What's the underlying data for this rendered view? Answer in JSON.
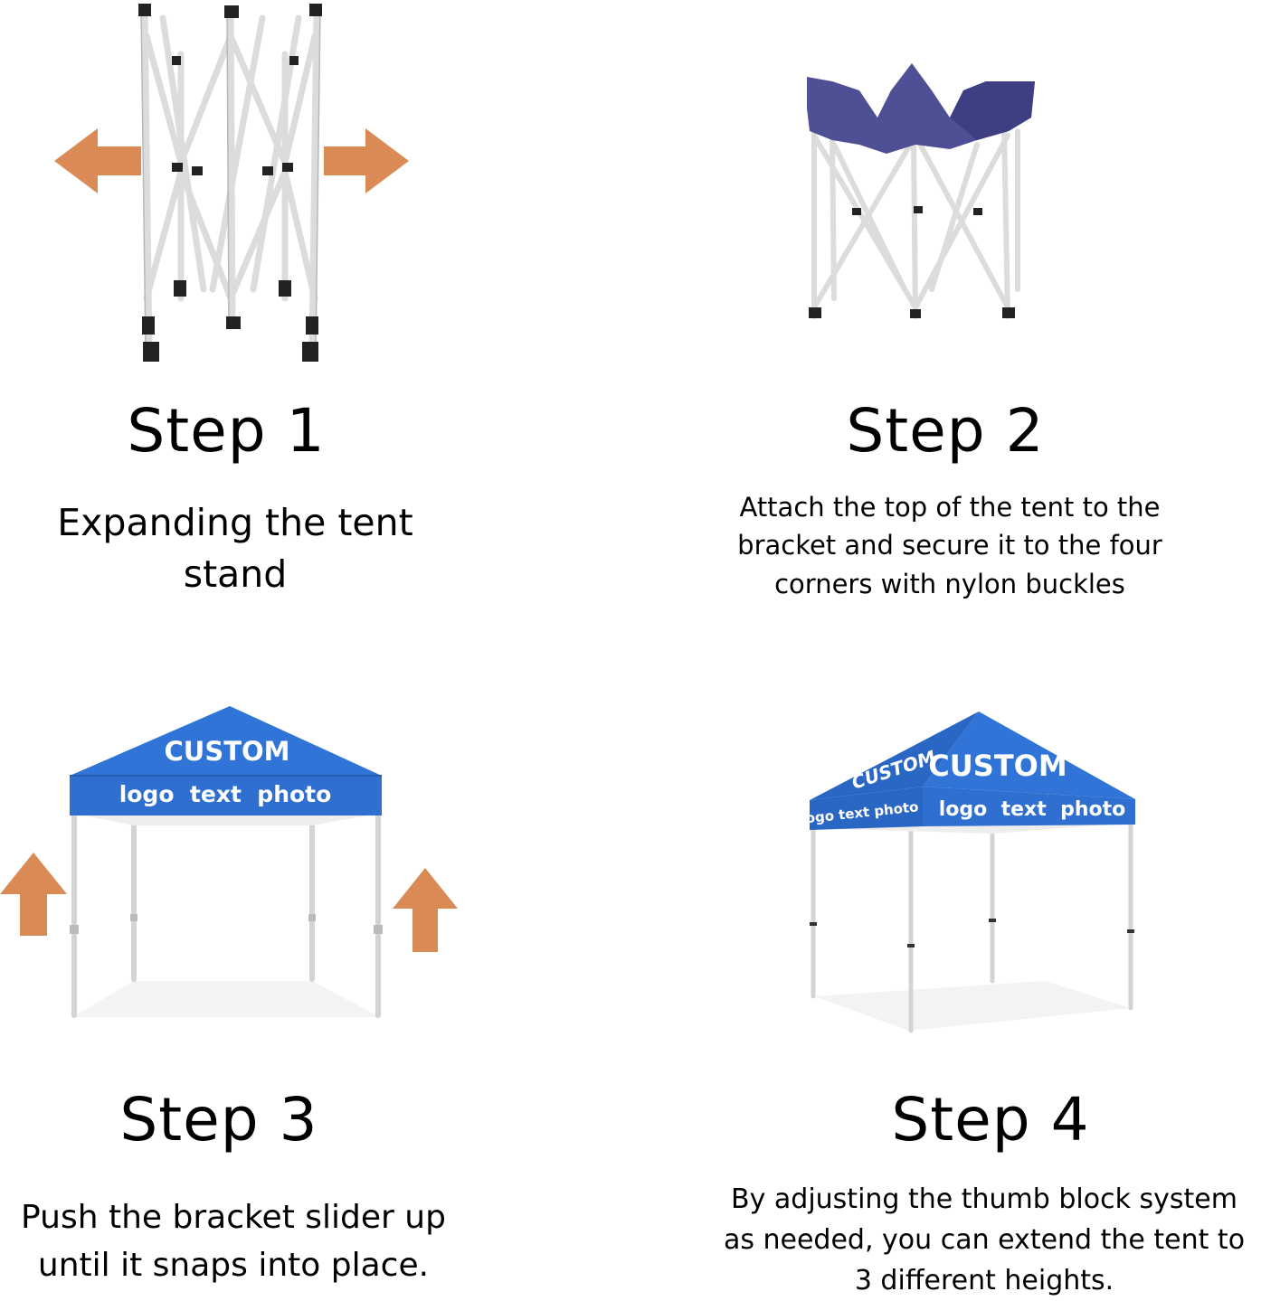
{
  "colors": {
    "arrow": "#d98a55",
    "frame": "#e6e6e6",
    "frame_joint": "#222222",
    "canopy_navy": "#4f4f96",
    "canopy_blue": "#2f74d6",
    "canopy_text": "#ffffff"
  },
  "steps": [
    {
      "title": "Step 1",
      "lines": [
        "Expanding the tent",
        "stand"
      ]
    },
    {
      "title": "Step 2",
      "lines": [
        "Attach the top of the tent to the",
        "bracket and secure it to the four",
        "corners with nylon buckles"
      ]
    },
    {
      "title": "Step 3",
      "lines": [
        "Push the bracket slider up",
        "until it snaps into place."
      ]
    },
    {
      "title": "Step 4",
      "lines": [
        "By adjusting the thumb block system",
        "as needed, you can extend the tent to",
        "3 different heights."
      ]
    }
  ],
  "canopy3": {
    "top": "CUSTOM",
    "front": "logo  text  photo"
  },
  "canopy4": {
    "top": "CUSTOM",
    "side": "CUSTOM",
    "front": "logo  text  photo",
    "side_front": "logo text photo"
  }
}
